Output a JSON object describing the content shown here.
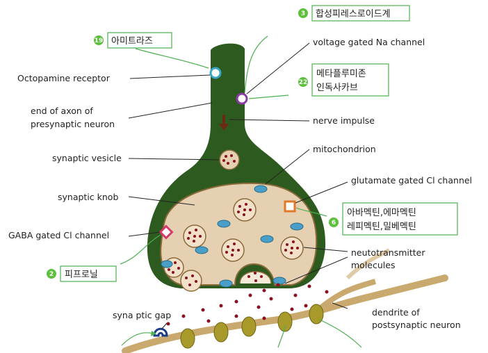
{
  "labels": {
    "octopamine": "Octopamine receptor",
    "axon_end_1": "end of axon of",
    "axon_end_2": "presynaptic neuron",
    "vesicle": "synaptic vesicle",
    "knob": "synaptic knob",
    "gaba": "GABA gated Cl channel",
    "voltage": "voltage gated Na channel",
    "impulse": "nerve impulse",
    "mito": "mitochondrion",
    "glutamate": "glutamate gated Cl channel",
    "neuro_1": "neutotransmitter",
    "neuro_2": "molecules",
    "gap": "syna ptic gap",
    "dendrite_1": "dendrite of",
    "dendrite_2": "postsynaptic neuron"
  },
  "callouts": {
    "c19": {
      "num": "19",
      "text": "아미트라즈"
    },
    "c3": {
      "num": "3",
      "text": "합성피레스로이드계"
    },
    "c22": {
      "num": "22",
      "line1": "메타플루미존",
      "line2": "인독사카브"
    },
    "c6": {
      "num": "6",
      "line1": "아바멕틴,에마멕틴",
      "line2": "레피멕틴,밀베멕틴"
    },
    "c2": {
      "num": "2",
      "text": "피프로닐"
    }
  },
  "colors": {
    "axon_green": "#2d5a1f",
    "cytoplasm": "#e6d0b2",
    "badge_green": "#5cc03c",
    "callout_line": "#4caf50",
    "vesicle_dot": "#8a1020",
    "mito_blue": "#4a9fc8",
    "dendrite": "#c9a96e"
  }
}
